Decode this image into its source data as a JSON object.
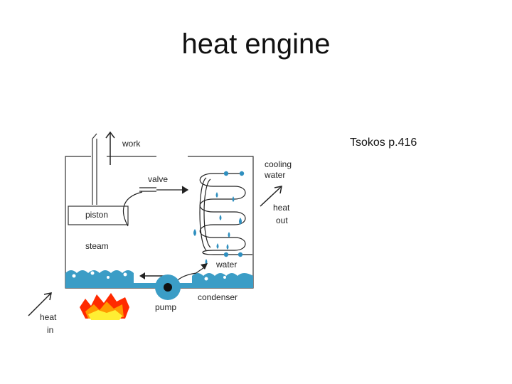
{
  "slide": {
    "title": "heat engine",
    "citation": "Tsokos p.416"
  },
  "diagram": {
    "labels": {
      "work": "work",
      "valve": "valve",
      "cooling_1": "cooling",
      "cooling_2": "water",
      "heat_out_1": "heat",
      "heat_out_2": "out",
      "piston": "piston",
      "steam": "steam",
      "water": "water",
      "condenser": "condenser",
      "pump": "pump",
      "heat_in_1": "heat",
      "heat_in_2": "in"
    },
    "colors": {
      "water": "#3b9dc6",
      "droplet": "#2f8fbf",
      "flame_outer": "#ff2a00",
      "flame_mid": "#ff9900",
      "flame_inner": "#ffee33",
      "line": "#333333"
    }
  }
}
